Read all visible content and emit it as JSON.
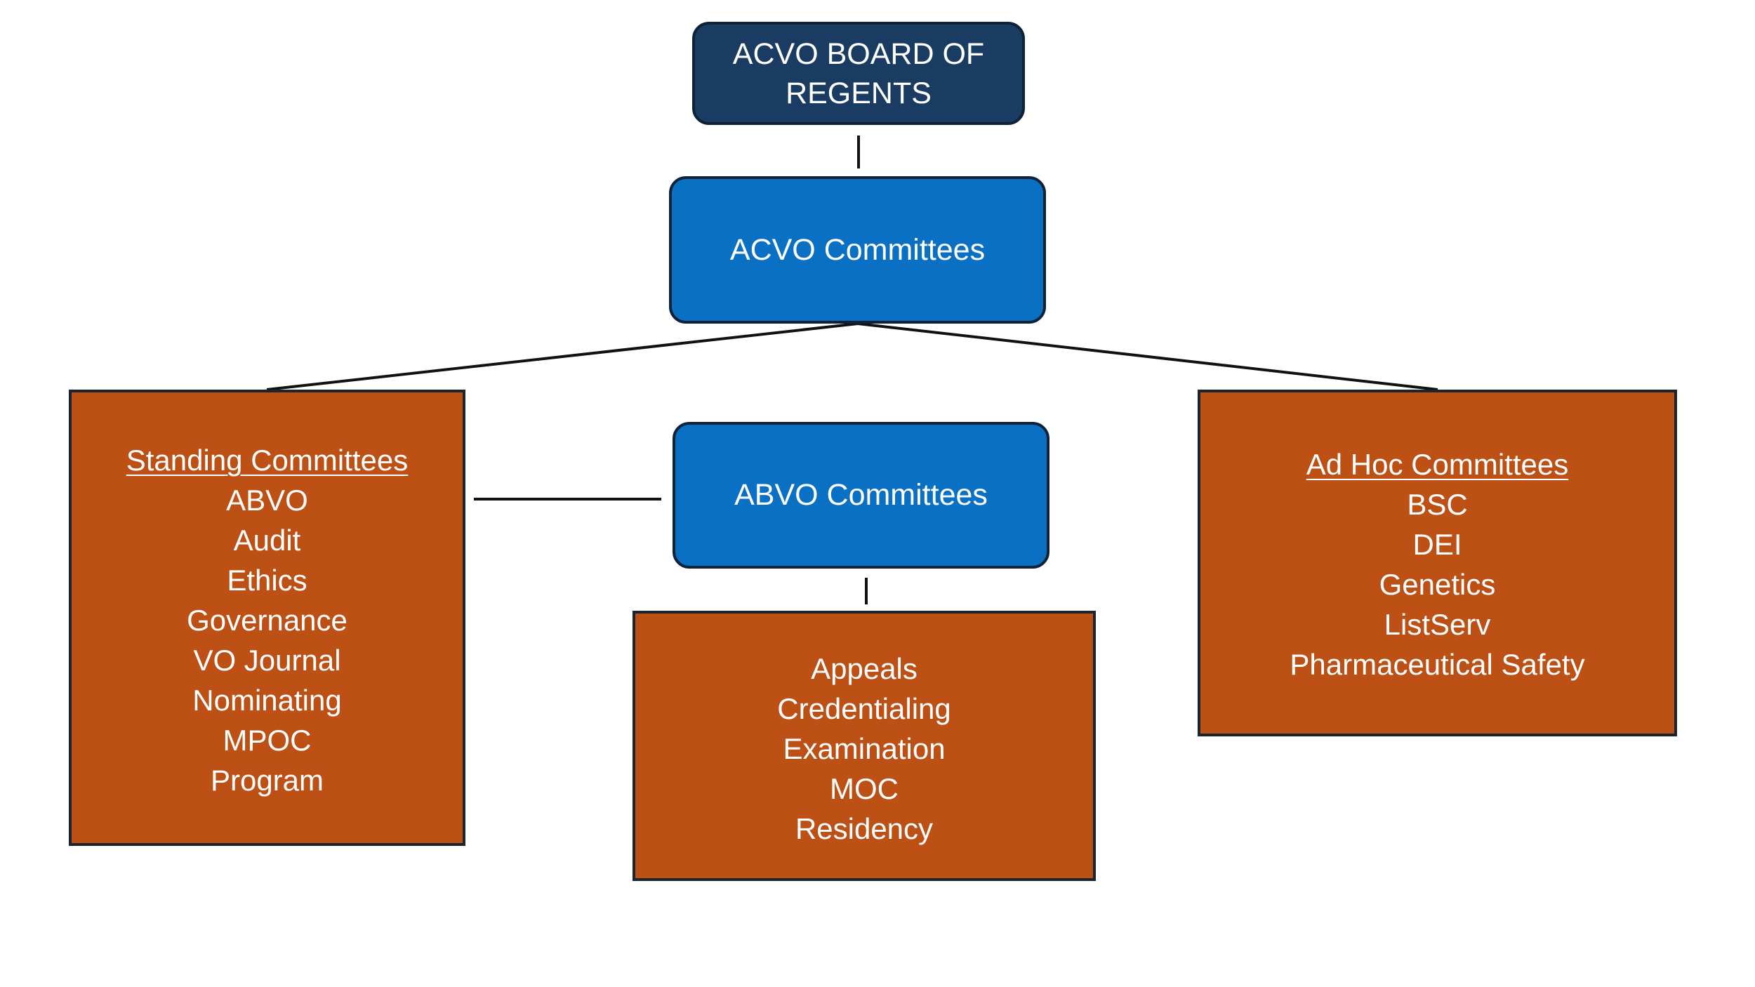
{
  "nodes": {
    "board_of_regents": "ACVO BOARD OF REGENTS",
    "acvo_committees": "ACVO Committees",
    "abvo_committees": "ABVO Committees"
  },
  "standing": {
    "heading": "Standing Committees",
    "items": [
      "ABVO",
      "Audit",
      "Ethics",
      "Governance",
      "VO Journal",
      "Nominating",
      "MPOC",
      "Program"
    ]
  },
  "abvo_list": {
    "items": [
      "Appeals",
      "Credentialing",
      "Examination",
      "MOC",
      "Residency"
    ]
  },
  "adhoc": {
    "heading": "Ad Hoc Committees",
    "items": [
      "BSC",
      "DEI",
      "Genetics",
      "ListServ",
      "Pharmaceutical Safety"
    ]
  },
  "colors": {
    "regents_fill": "#1a3c62",
    "committee_fill": "#0a70c4",
    "list_fill": "#bd5015",
    "connector": "#111111"
  }
}
